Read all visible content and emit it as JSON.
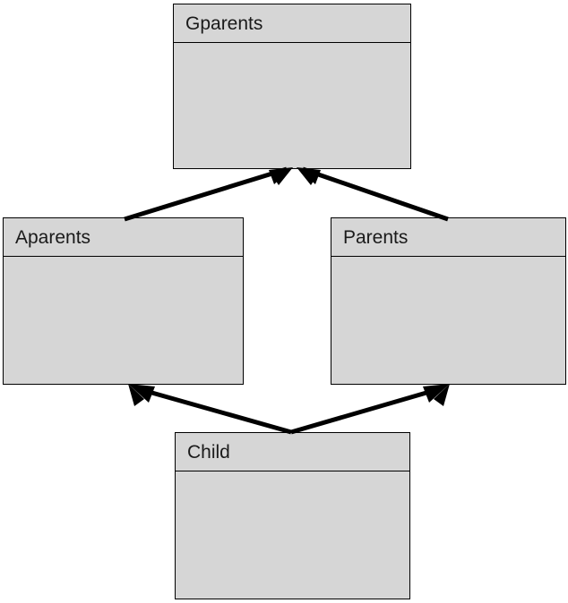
{
  "diagram": {
    "type": "uml-class-diagram",
    "title": "",
    "background_color": "#ffffff",
    "class_fill_color": "#d6d6d6",
    "class_border_color": "#000000",
    "edge_color": "#000000",
    "text_color": "#1a1a1a",
    "classes": [
      {
        "id": "gparents",
        "name": "Gparents",
        "attributes": "",
        "operations": ""
      },
      {
        "id": "aparents",
        "name": "Aparents",
        "attributes": "",
        "operations": ""
      },
      {
        "id": "parents",
        "name": "Parents",
        "attributes": "",
        "operations": ""
      },
      {
        "id": "child",
        "name": "Child",
        "attributes": "",
        "operations": ""
      }
    ],
    "edges": [
      {
        "id": "aparents-to-gparents",
        "from": "Aparents",
        "to": "Gparents",
        "kind": "generalization",
        "arrow": "solid-filled"
      },
      {
        "id": "parents-to-gparents",
        "from": "Parents",
        "to": "Gparents",
        "kind": "generalization",
        "arrow": "solid-filled"
      },
      {
        "id": "child-to-aparents",
        "from": "Child",
        "to": "Aparents",
        "kind": "generalization",
        "arrow": "solid-filled"
      },
      {
        "id": "child-to-parents",
        "from": "Child",
        "to": "Parents",
        "kind": "generalization",
        "arrow": "solid-filled"
      }
    ]
  }
}
